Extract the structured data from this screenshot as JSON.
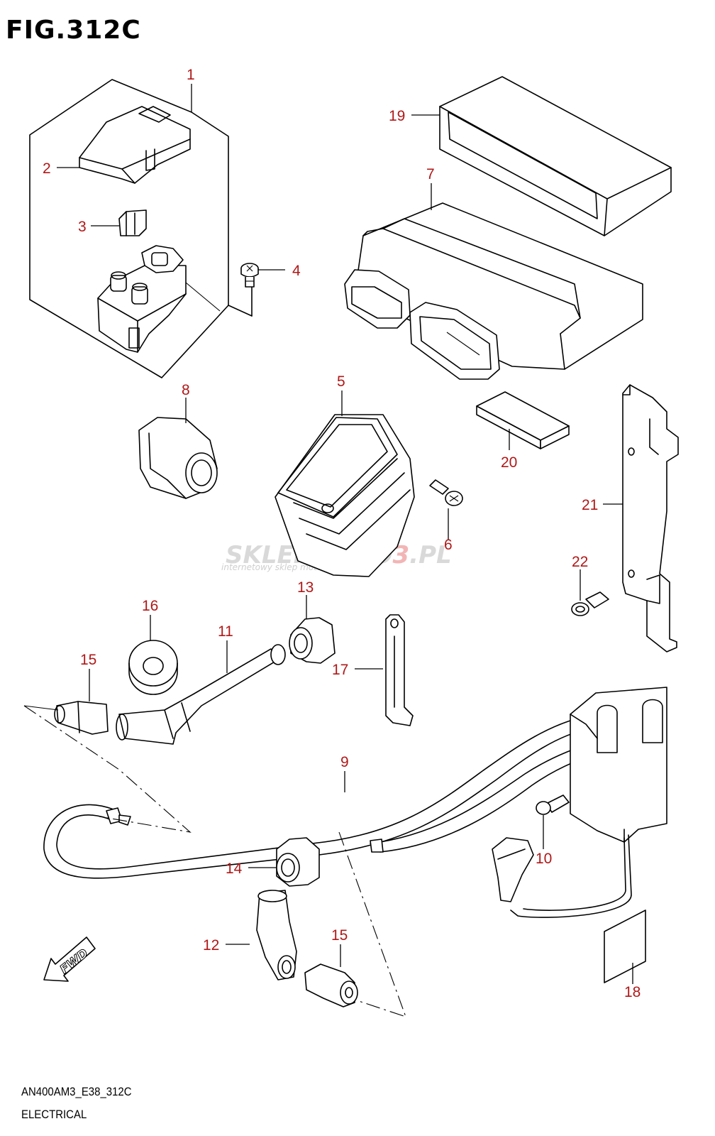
{
  "figure_title": "FIG.312C",
  "model_code": "AN400AM3_E38_312C",
  "section_name": "ELECTRICAL",
  "direction_badge": "FWD",
  "watermark": {
    "brand_prefix": "SKLEPMOTO",
    "brand_accent": "3",
    "brand_suffix": ".PL",
    "tagline": "internetowy sklep motocyklowy"
  },
  "callouts": {
    "p1": "1",
    "p2": "2",
    "p3": "3",
    "p4": "4",
    "p5": "5",
    "p6": "6",
    "p7": "7",
    "p8": "8",
    "p9": "9",
    "p10": "10",
    "p11": "11",
    "p12": "12",
    "p13": "13",
    "p14": "14",
    "p15a": "15",
    "p15b": "15",
    "p16": "16",
    "p17": "17",
    "p18": "18",
    "p19": "19",
    "p20": "20",
    "p21": "21",
    "p22": "22"
  },
  "colors": {
    "callout": "#b01818",
    "line": "#000000",
    "watermark_accent": "#f2b5b5"
  }
}
